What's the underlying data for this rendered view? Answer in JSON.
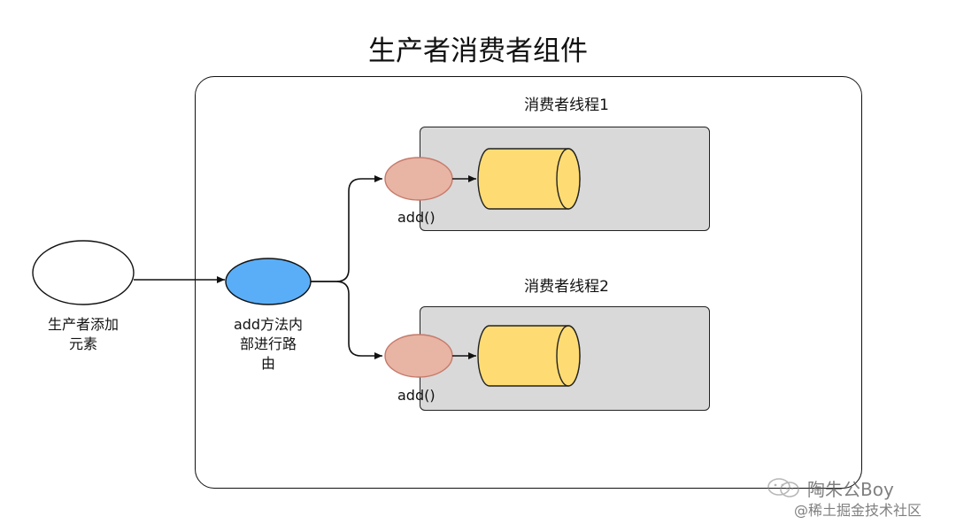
{
  "title": "生产者消费者组件",
  "producer": {
    "label_line1": "生产者添加",
    "label_line2": "元素"
  },
  "router": {
    "label_line1": "add方法内",
    "label_line2": "部进行路",
    "label_line3": "由"
  },
  "threads": [
    {
      "label": "消费者线程1",
      "method": "add()"
    },
    {
      "label": "消费者线程2",
      "method": "add()"
    }
  ],
  "watermark": {
    "line1": "陶朱公Boy",
    "line2": "@稀土掘金技术社区"
  },
  "colors": {
    "router_fill": "#5aaef7",
    "add_fill": "#e8b4a4",
    "add_stroke": "#c57a6b",
    "queue_fill": "#ffdc73",
    "queue_stroke": "#222222",
    "thread_fill": "#d9d9d9"
  },
  "icons": {
    "watermark_icon": "wechat-icon"
  }
}
